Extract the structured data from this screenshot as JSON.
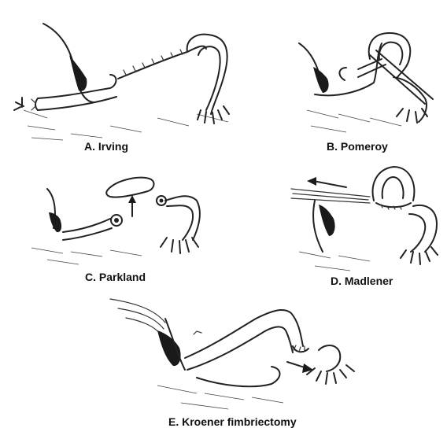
{
  "panels": {
    "a": {
      "label": "A. Irving"
    },
    "b": {
      "label": "B. Pomeroy"
    },
    "c": {
      "label": "C. Parkland"
    },
    "d": {
      "label": "D. Madlener"
    },
    "e": {
      "label": "E. Kroener fimbriectomy"
    }
  }
}
